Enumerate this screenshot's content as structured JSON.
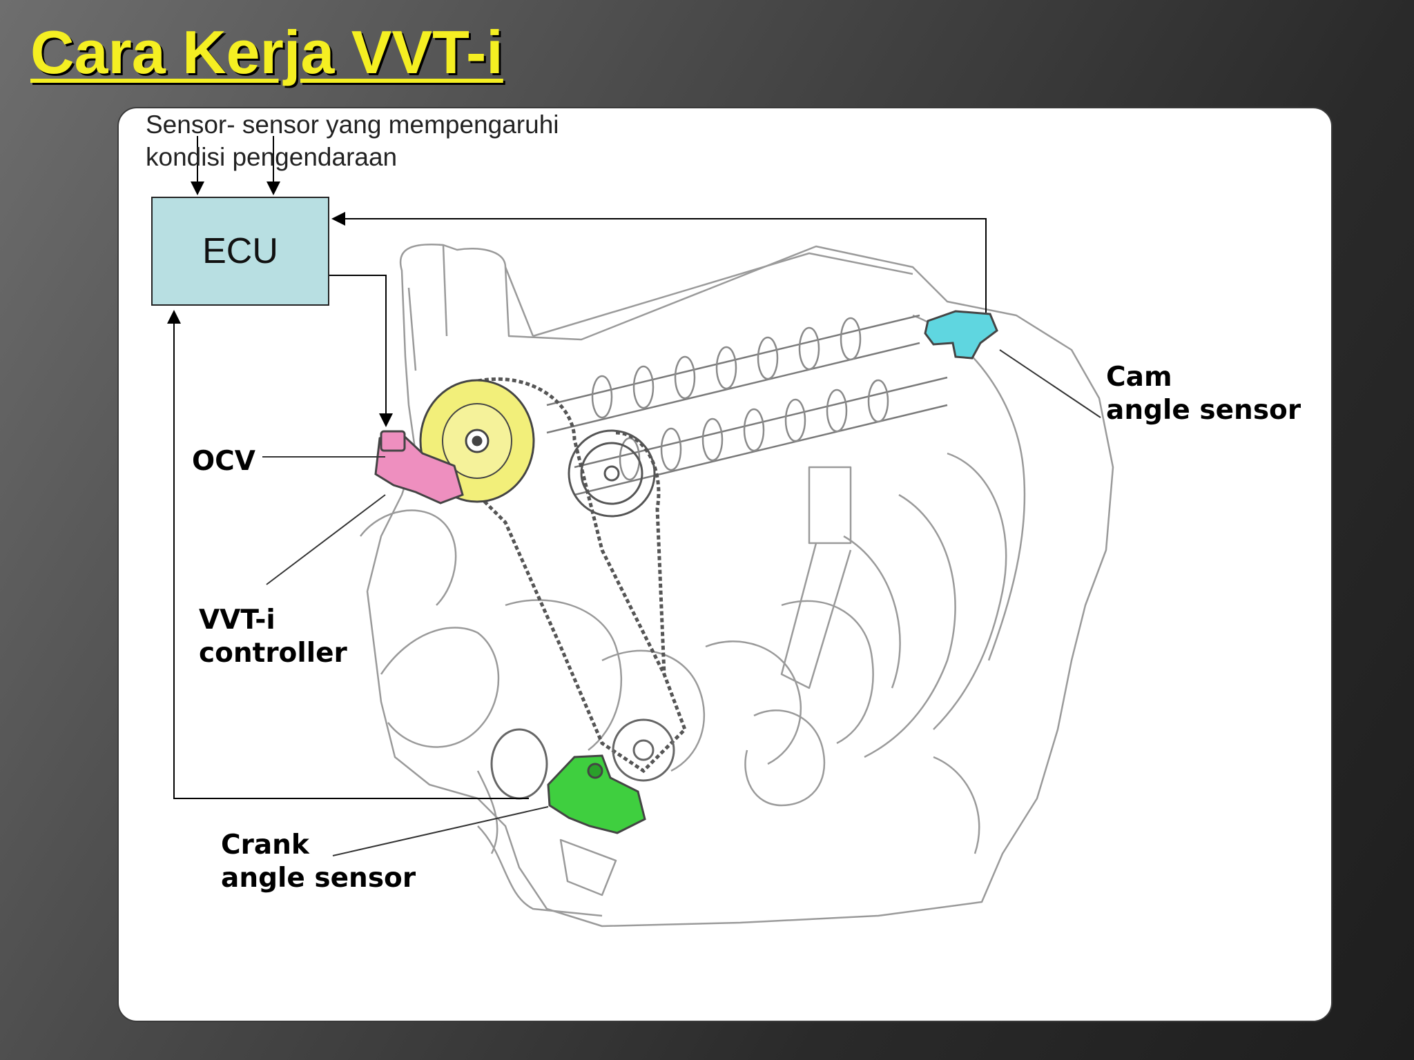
{
  "title": "Cara Kerja VVT-i",
  "diagram": {
    "sensor_note_line1": "Sensor- sensor yang mempengaruhi",
    "sensor_note_line2": "kondisi pengendaraan",
    "ecu_label": "ECU",
    "ocv_label": "OCV",
    "vvti_line1": "VVT-i",
    "vvti_line2": "controller",
    "cam_line1": "Cam",
    "cam_line2": "angle sensor",
    "crank_line1": "Crank",
    "crank_line2": "angle sensor"
  },
  "colors": {
    "title": "#f5ef22",
    "ecu_fill": "#b8dfe2",
    "vvti_controller": "#f2ef7a",
    "ocv": "#ee8fbf",
    "cam_sensor": "#5fd6e0",
    "crank_sensor": "#3fcf3f"
  }
}
